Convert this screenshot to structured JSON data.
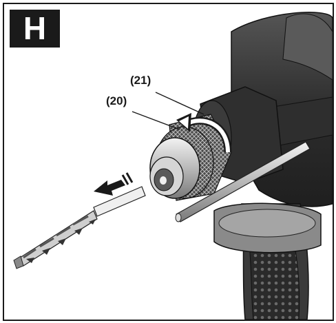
{
  "figure": {
    "label": "H",
    "callouts": [
      {
        "id": "21",
        "text": "(21)"
      },
      {
        "id": "20",
        "text": "(20)"
      }
    ],
    "colors": {
      "ink": "#1a1a1a",
      "tool_body": "#3a3a3a",
      "tool_dark": "#242424",
      "metal": "#d8d8d8",
      "arrow": "#1a1a1a"
    },
    "icons": [
      "rotate-arrow-icon",
      "direction-arrow-icon"
    ]
  }
}
